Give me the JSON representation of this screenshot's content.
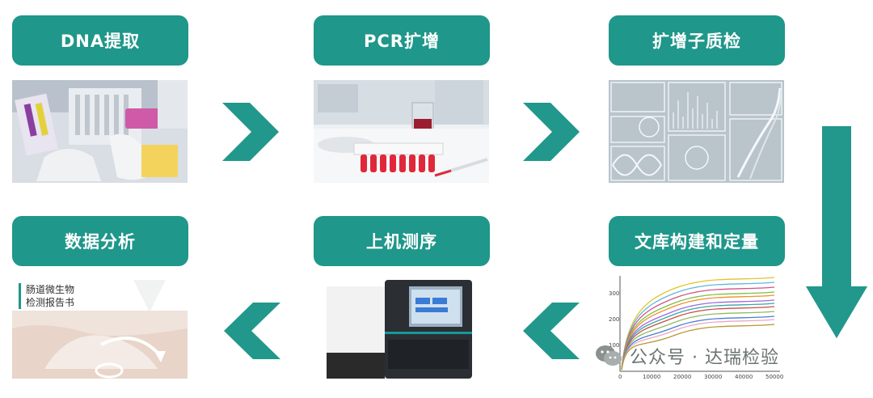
{
  "steps": [
    {
      "id": "dna-extraction",
      "label": "DNA提取"
    },
    {
      "id": "pcr-amplification",
      "label": "PCR扩增"
    },
    {
      "id": "amplicon-qc",
      "label": "扩增子质检"
    },
    {
      "id": "library-construction",
      "label": "文库构建和定量"
    },
    {
      "id": "sequencing",
      "label": "上机测序"
    },
    {
      "id": "data-analysis",
      "label": "数据分析"
    }
  ],
  "report_card": {
    "line1": "肠道微生物",
    "line2": "检测报告书"
  },
  "curve_chart": {
    "y_ticks": [
      "300",
      "200",
      "100"
    ],
    "x_ticks": [
      "0",
      "10000",
      "20000",
      "30000",
      "40000",
      "50000"
    ]
  },
  "watermark": {
    "text": "公众号 · 达瑞检验"
  },
  "colors": {
    "teal": "#1f978a",
    "arrow": "#21988b"
  }
}
